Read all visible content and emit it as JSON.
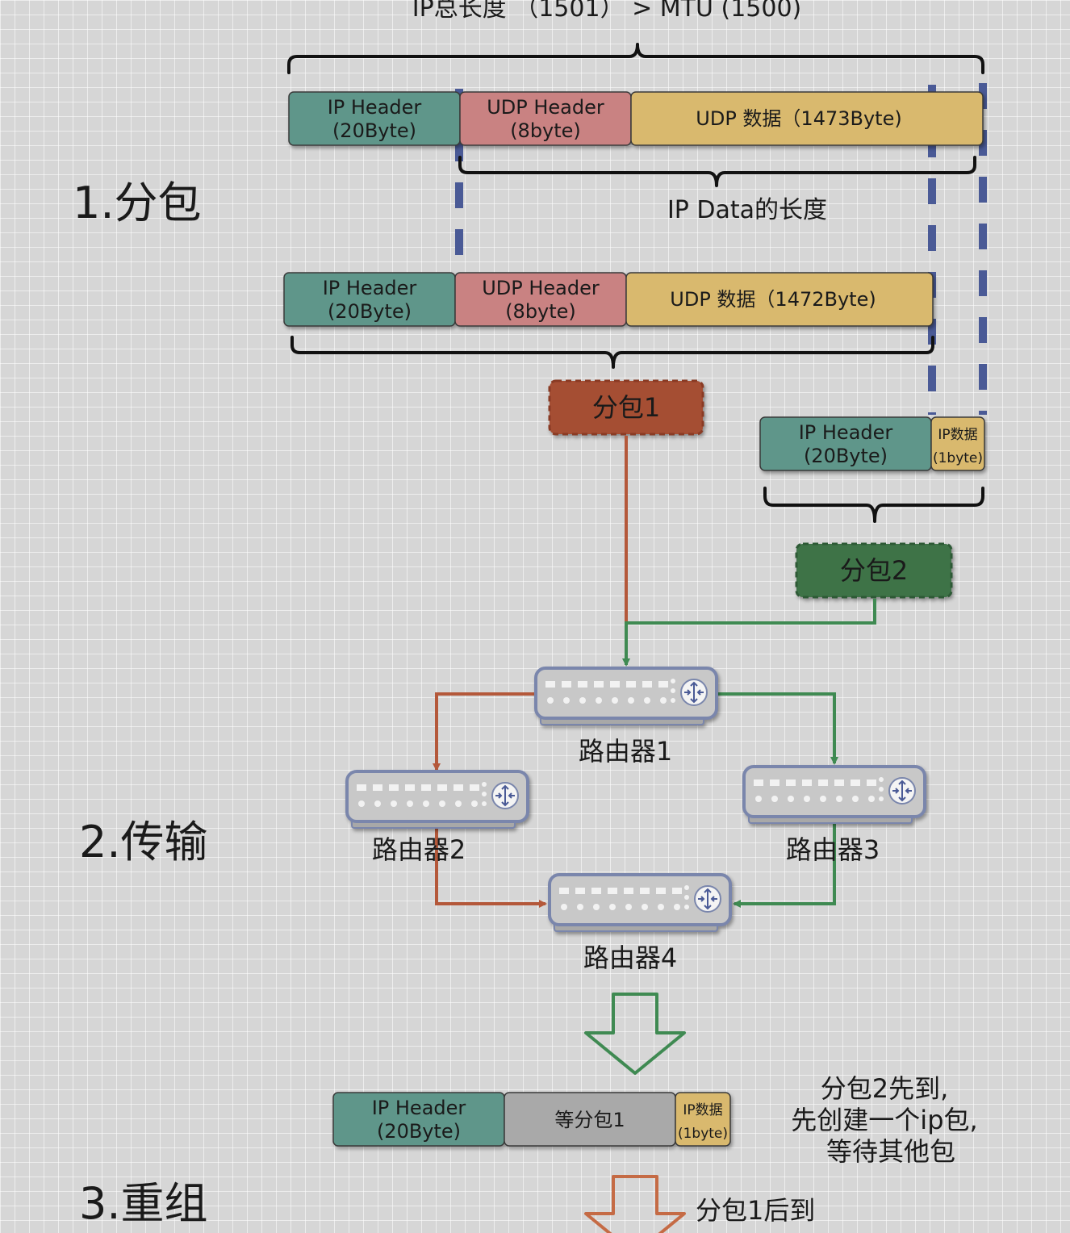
{
  "colors": {
    "ip_header": "#5f968a",
    "udp_header": "#c98282",
    "udp_data": "#d9b96e",
    "waiting": "#a9a9a9",
    "packet1": "#a54e33",
    "packet2": "#3e7347",
    "wire_red": "#b4583a",
    "wire_green": "#3f8a52",
    "dash": "#4a5a96",
    "router_border": "#7a86ac"
  },
  "icons": [
    "router-icon",
    "hollow-down-arrow-icon"
  ],
  "top_label": "IP总长度 （1501） > MTU (1500)",
  "ip_data_label": "IP Data的长度",
  "sections": {
    "split": "1.分包",
    "transmit": "2.传输",
    "reassemble": "3.重组"
  },
  "original_packet": {
    "ip_header": [
      "IP Header",
      "(20Byte)"
    ],
    "udp_header": [
      "UDP Header",
      "(8byte)"
    ],
    "udp_data": "UDP 数据（1473Byte)"
  },
  "fragment1_packet": {
    "ip_header": [
      "IP Header",
      "(20Byte)"
    ],
    "udp_header": [
      "UDP Header",
      "(8byte)"
    ],
    "udp_data": "UDP 数据（1472Byte)"
  },
  "fragment2_packet": {
    "ip_header": [
      "IP Header",
      "(20Byte)"
    ],
    "ip_data": [
      "IP数据",
      "(1byte)"
    ]
  },
  "fragment_labels": {
    "packet1": "分包1",
    "packet2": "分包2"
  },
  "routers": {
    "r1": "路由器1",
    "r2": "路由器2",
    "r3": "路由器3",
    "r4": "路由器4"
  },
  "reassembly_packet": {
    "ip_header": [
      "IP Header",
      "(20Byte)"
    ],
    "waiting": "等分包1",
    "ip_data": [
      "IP数据",
      "(1byte)"
    ]
  },
  "notes": {
    "packet2_first": [
      "分包2先到,",
      "先创建一个ip包,",
      "等待其他包"
    ],
    "packet1_later": "分包1后到"
  }
}
